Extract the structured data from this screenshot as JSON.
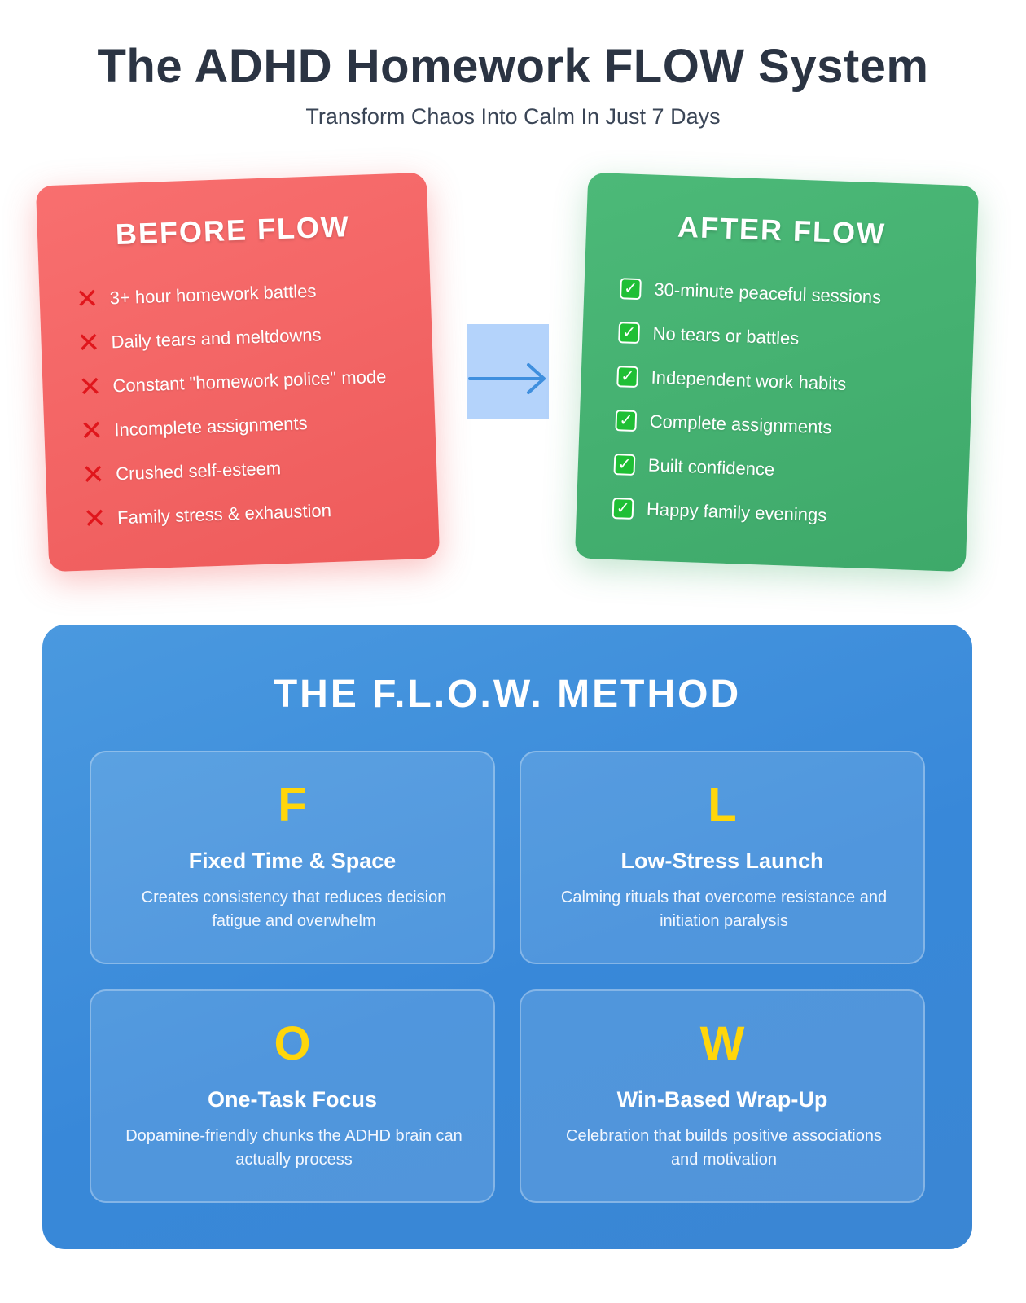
{
  "header": {
    "title": "The ADHD Homework FLOW System",
    "subtitle": "Transform Chaos Into Calm In Just 7 Days"
  },
  "before": {
    "title": "BEFORE FLOW",
    "items": [
      "3+ hour homework battles",
      "Daily tears and meltdowns",
      "Constant \"homework police\" mode",
      "Incomplete assignments",
      "Crushed self-esteem",
      "Family stress & exhaustion"
    ],
    "icon": "cross-mark-icon",
    "icon_color": "#e0161c",
    "card_color": "#f26464"
  },
  "after": {
    "title": "AFTER FLOW",
    "items": [
      "30-minute peaceful sessions",
      "No tears or battles",
      "Independent work habits",
      "Complete assignments",
      "Built confidence",
      "Happy family evenings"
    ],
    "icon": "check-mark-icon",
    "icon_color": "#1fbf35",
    "card_color": "#44af6f"
  },
  "transition": {
    "icon": "arrow-right-icon",
    "color": "#3f8fde",
    "background": "#b4d3fb"
  },
  "method": {
    "title": "THE F.L.O.W. METHOD",
    "panel_color": "#3a8cdb",
    "letter_color": "#ffd60a",
    "steps": [
      {
        "letter": "F",
        "name": "Fixed Time & Space",
        "description": "Creates consistency that reduces decision fatigue and overwhelm"
      },
      {
        "letter": "L",
        "name": "Low-Stress Launch",
        "description": "Calming rituals that overcome resistance and initiation paralysis"
      },
      {
        "letter": "O",
        "name": "One-Task Focus",
        "description": "Dopamine-friendly chunks the ADHD brain can actually process"
      },
      {
        "letter": "W",
        "name": "Win-Based Wrap-Up",
        "description": "Celebration that builds positive associations and motivation"
      }
    ]
  }
}
